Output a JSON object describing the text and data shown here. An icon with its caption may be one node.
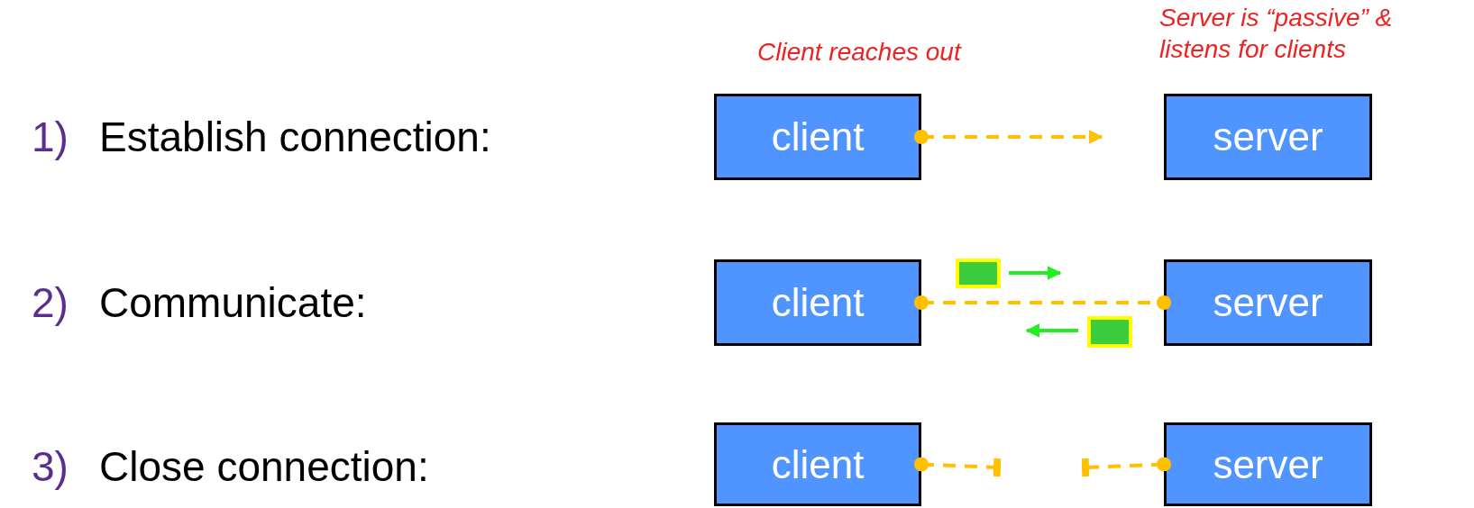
{
  "diagram": {
    "nodes": [
      {
        "text": [
          "client"
        ]
      },
      {
        "text": [
          "server"
        ]
      },
      {
        "text": [],
        "shape": "box"
      },
      {
        "text": [
          "client"
        ]
      },
      {
        "text": [
          "server"
        ]
      },
      {
        "text": [],
        "shape": "box"
      },
      {
        "text": [
          "client"
        ]
      },
      {
        "text": [
          "server"
        ]
      }
    ],
    "edges": [
      {
        "from": 0,
        "to": null,
        "arrow": "to",
        "style": "dashed"
      },
      {
        "from": 2,
        "to": null,
        "arrow": "to",
        "color": "#22ee22"
      },
      {
        "from": 3,
        "to": 4,
        "arrow": "other",
        "style": "dashed"
      },
      {
        "from": 5,
        "to": null,
        "arrow": "to",
        "color": "#22ee22"
      },
      {
        "from": 6,
        "to": null,
        "arrow": "other",
        "style": "dashed"
      },
      {
        "from": 7,
        "to": null,
        "arrow": "other",
        "style": "dashed"
      }
    ],
    "labels": [
      "Client reaches out",
      "Server is “passive” & listens for clients",
      "1)",
      "Establish connection:",
      "2)",
      "Communicate:",
      "3)",
      "Close connection:"
    ]
  }
}
